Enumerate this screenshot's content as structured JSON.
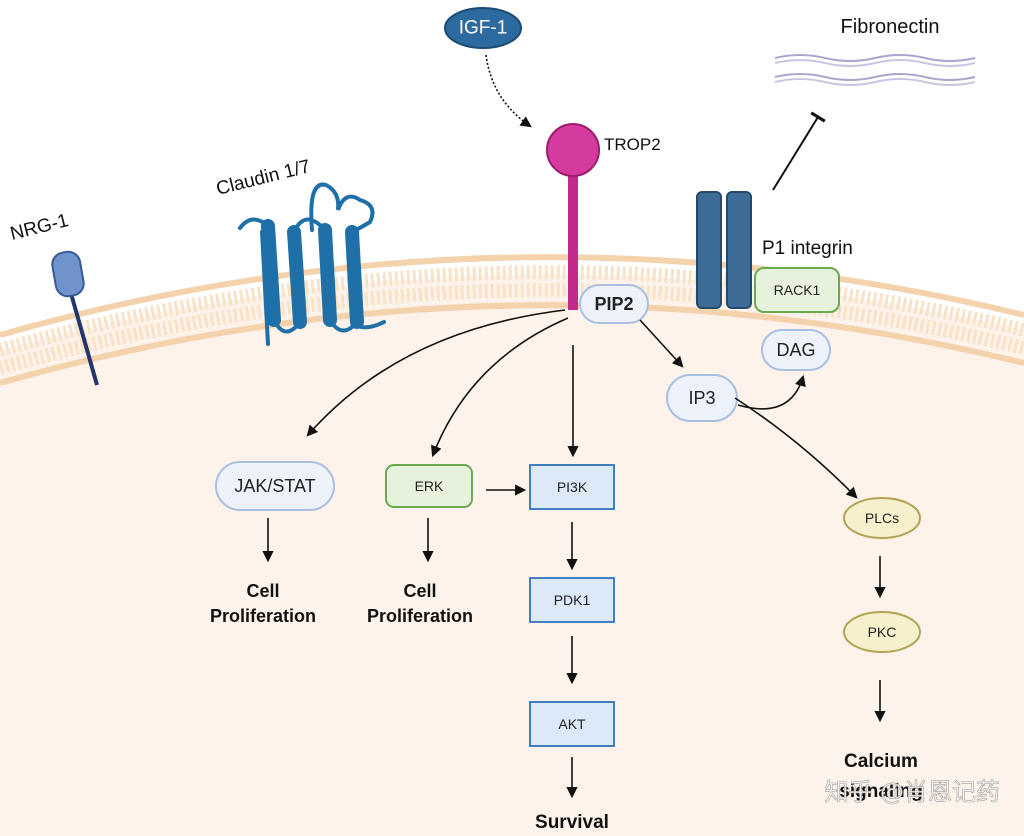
{
  "labels": {
    "igf1": "IGF-1",
    "fibronectin": "Fibronectin",
    "trop2": "TROP2",
    "claudin": "Claudin 1/7",
    "nrg1": "NRG-1",
    "p1_integrin": "P1 integrin",
    "rack1": "RACK1",
    "pip2": "PIP2",
    "dag": "DAG",
    "ip3": "IP3",
    "jak_stat": "JAK/STAT",
    "erk": "ERK",
    "pi3k": "PI3K",
    "pdk1": "PDK1",
    "akt": "AKT",
    "plcs": "PLCs",
    "pkc": "PKC",
    "cell_prolif_1_line1": "Cell",
    "cell_prolif_1_line2": "Proliferation",
    "cell_prolif_2_line1": "Cell",
    "cell_prolif_2_line2": "Proliferation",
    "survival": "Survival",
    "calcium_line1": "Calcium",
    "calcium_line2": "signaling",
    "watermark": "知乎 @肖恩记药"
  },
  "colors": {
    "cytoplasm": "#fdf3ea",
    "membrane": "#f6d9b8",
    "trop2": "#c42a8c",
    "claudin": "#1f6fa8",
    "integrin": "#3d6d96",
    "igf1": "#2d6a9f",
    "nrg1_head": "#6f94cc",
    "nrg1_stalk": "#23366b",
    "blue_pill_fill": "#eef3fb",
    "blue_pill_stroke": "#a9bfe0",
    "green_fill": "#e6f2dc",
    "green_stroke": "#6aaa4e",
    "box_fill": "#dce9f8",
    "box_stroke": "#3f7fbf",
    "yellow_fill": "#f6f0cc",
    "yellow_stroke": "#b4a355"
  }
}
